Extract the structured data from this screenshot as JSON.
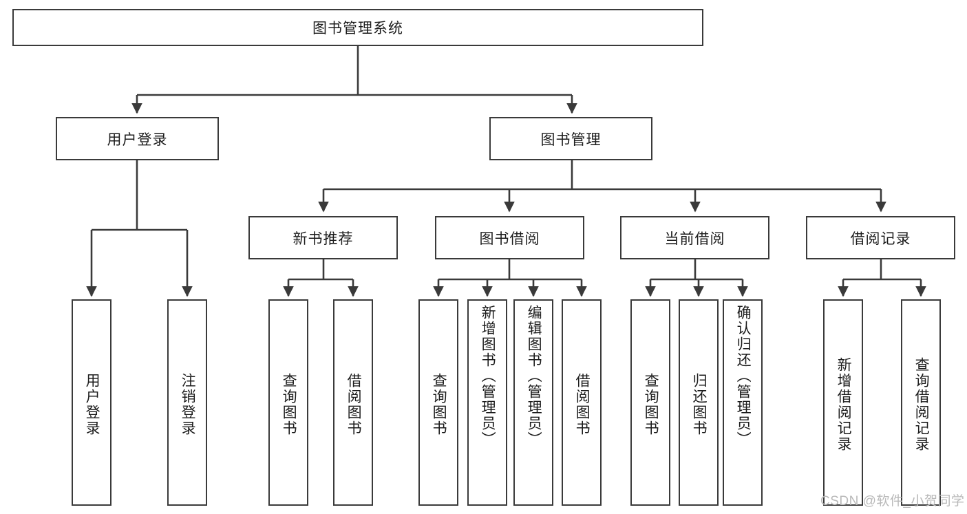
{
  "diagram": {
    "type": "tree-hierarchy-chart",
    "title": "图书管理系统",
    "stroke_color": "#3a3a3a",
    "background_color": "#ffffff",
    "text_color": "#1c1c1c",
    "levels": {
      "root": {
        "label": "图书管理系统"
      },
      "level2": [
        {
          "id": "user-login",
          "label": "用户登录"
        },
        {
          "id": "book-manage",
          "label": "图书管理"
        }
      ],
      "level3": [
        {
          "id": "new-book-recommend",
          "label": "新书推荐"
        },
        {
          "id": "book-borrow",
          "label": "图书借阅"
        },
        {
          "id": "current-borrow",
          "label": "当前借阅"
        },
        {
          "id": "borrow-record",
          "label": "借阅记录"
        }
      ],
      "leaves": {
        "user-login": [
          {
            "id": "leaf-user-login",
            "label": "用户登录"
          },
          {
            "id": "leaf-logout-login",
            "label": "注销登录"
          }
        ],
        "new-book-recommend": [
          {
            "id": "leaf-query-book-1",
            "label": "查询图书"
          },
          {
            "id": "leaf-borrow-book-1",
            "label": "借阅图书"
          }
        ],
        "book-borrow": [
          {
            "id": "leaf-query-book-2",
            "label": "查询图书"
          },
          {
            "id": "leaf-add-book-admin",
            "label": "新增图书（管理员）"
          },
          {
            "id": "leaf-edit-book-admin",
            "label": "编辑图书（管理员）"
          },
          {
            "id": "leaf-borrow-book-2",
            "label": "借阅图书"
          }
        ],
        "current-borrow": [
          {
            "id": "leaf-query-book-3",
            "label": "查询图书"
          },
          {
            "id": "leaf-return-book",
            "label": "归还图书"
          },
          {
            "id": "leaf-confirm-return-admin",
            "label": "确认归还（管理员）"
          }
        ],
        "borrow-record": [
          {
            "id": "leaf-add-borrow-record",
            "label": "新增借阅记录"
          },
          {
            "id": "leaf-query-borrow-record",
            "label": "查询借阅记录"
          }
        ]
      }
    },
    "watermark": "CSDN @软件_小贺同学"
  }
}
